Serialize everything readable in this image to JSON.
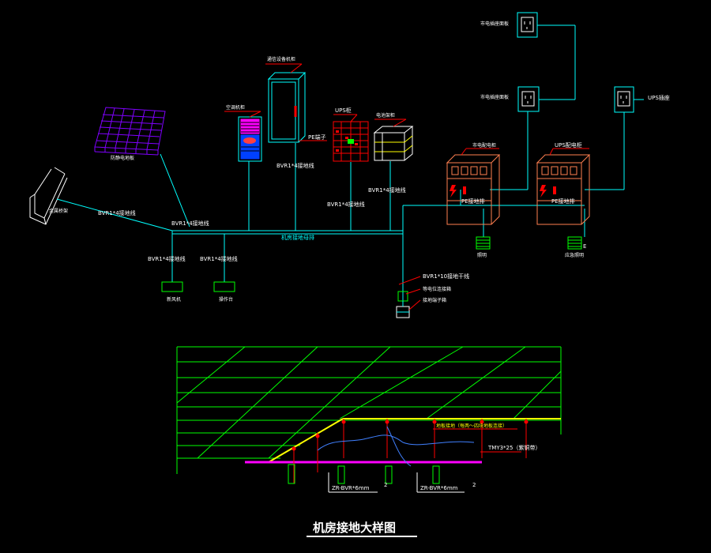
{
  "labels": {
    "sun_panel": "防静电地板",
    "cable_tray": "金属桥架",
    "ac_cab": "空调机柜",
    "rack_cab": "通信设备机柜",
    "ups_cab": "UPS柜",
    "battery_rack": "电池架柜",
    "pe_terminal": "PE端子",
    "bvr_a": "BVR1*4接地线",
    "bvr_b": "BVR1*4接地线",
    "bvr_c": "BVR1*4接地线",
    "bvr_d": "BVR1*4接地线",
    "bvr_e": "BVR1*4接地线",
    "bvr_f": "BVR1*4接地线",
    "bvr_g": "BVR1*4接地线",
    "bus_label": "机房接地母排",
    "outlet1": "市电插座面板",
    "outlet2": "市电插座面板",
    "outlet3": "UPS插座",
    "dist1": "市电配电柜",
    "dist2": "UPS配电柜",
    "pe_bar1": "PE接地排",
    "pe_bar2": "PE接地排",
    "dev1": "照明",
    "dev2": "应急照明",
    "dev3": "新风机",
    "dev4": "操作台",
    "trunk": "BVR1*10接地干线",
    "box1": "等电位连接箱",
    "box2": "接地端子箱",
    "floor_ground": "地板接地（每两～四块地板连接）",
    "tmy": "TMY3*25（紫铜带）",
    "zr1": "ZR-BVR*6mm",
    "zr2": "ZR-BVR*6mm",
    "n1": "2",
    "n2": "2",
    "e_mark": "E",
    "title": "机房接地大样图"
  }
}
